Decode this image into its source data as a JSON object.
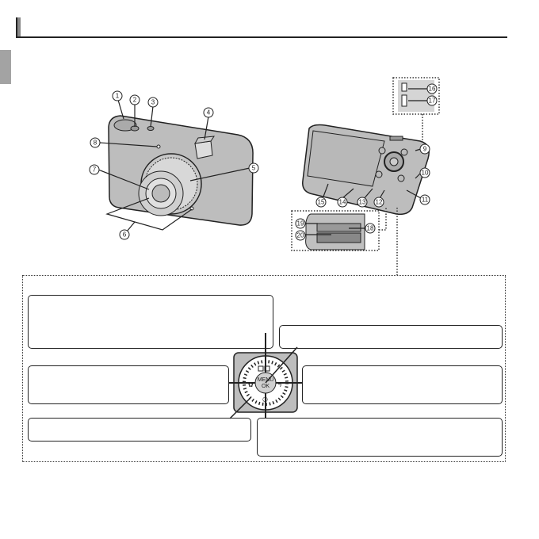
{
  "page": {
    "section_title": "",
    "side_tab_color": "#a3a3a3"
  },
  "front_view": {
    "labels": [
      "1",
      "2",
      "3",
      "4",
      "5",
      "6",
      "7",
      "8"
    ]
  },
  "rear_view": {
    "labels": [
      "9",
      "10",
      "11",
      "12",
      "13",
      "14",
      "15"
    ],
    "connector_inset_labels": [
      "16",
      "17"
    ],
    "battery_inset_labels": [
      "18",
      "19",
      "20"
    ]
  },
  "selector": {
    "center_label_top": "MENU",
    "center_label_bottom": "OK",
    "up_icon": "delete-icon",
    "left_icon": "macro-icon",
    "right_icon": "flash-icon",
    "down_icon": "self-timer-icon"
  },
  "callouts": {
    "top_left": "",
    "top_right": "",
    "left": "",
    "right": "",
    "bottom_left": "",
    "bottom_right": ""
  }
}
